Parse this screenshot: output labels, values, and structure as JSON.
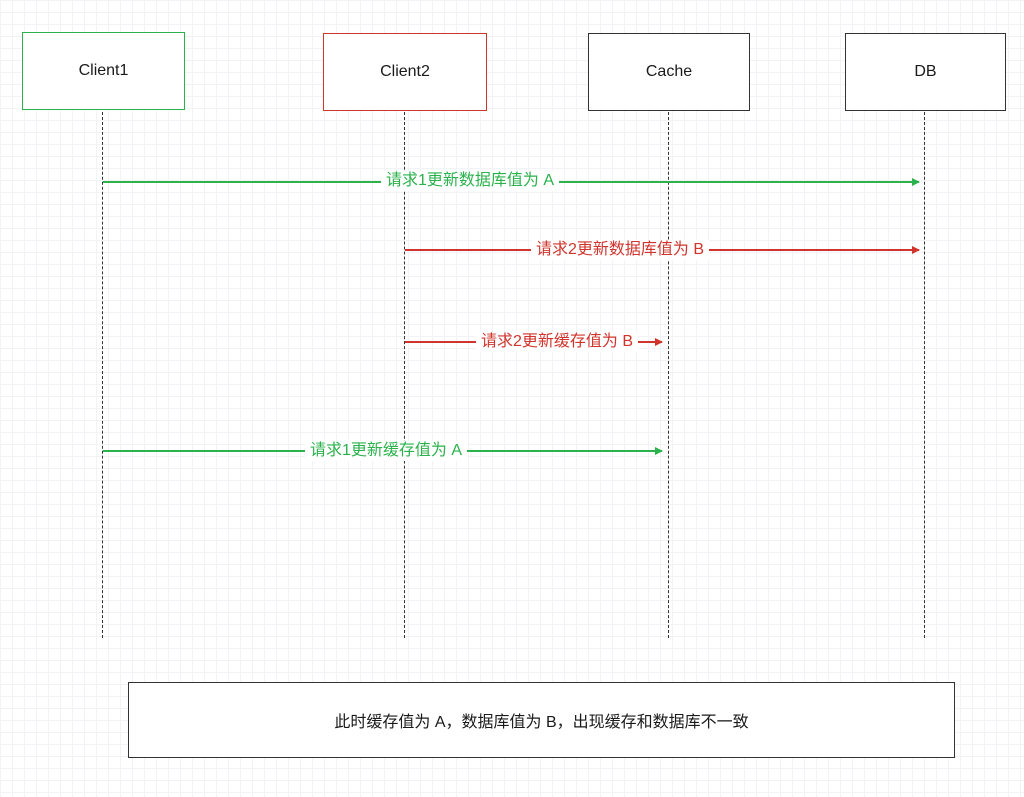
{
  "diagram": {
    "type": "sequence-diagram",
    "colors": {
      "green": "#2bb24c",
      "red": "#d0342c",
      "neutral": "#333333",
      "grid": "#e4e8ee"
    },
    "actors": [
      {
        "id": "client1",
        "label": "Client1",
        "border_color": "#2bb24c"
      },
      {
        "id": "client2",
        "label": "Client2",
        "border_color": "#d0342c"
      },
      {
        "id": "cache",
        "label": "Cache",
        "border_color": "#333333"
      },
      {
        "id": "db",
        "label": "DB",
        "border_color": "#333333"
      }
    ],
    "messages": [
      {
        "label": "请求1更新数据库值为 A",
        "from": "client1",
        "to": "db",
        "color": "#2bb24c"
      },
      {
        "label": "请求2更新数据库值为 B",
        "from": "client2",
        "to": "db",
        "color": "#d0342c"
      },
      {
        "label": "请求2更新缓存值为 B",
        "from": "client2",
        "to": "cache",
        "color": "#d0342c"
      },
      {
        "label": "请求1更新缓存值为 A",
        "from": "client1",
        "to": "cache",
        "color": "#2bb24c"
      }
    ],
    "note": "此时缓存值为 A，数据库值为 B，出现缓存和数据库不一致"
  }
}
